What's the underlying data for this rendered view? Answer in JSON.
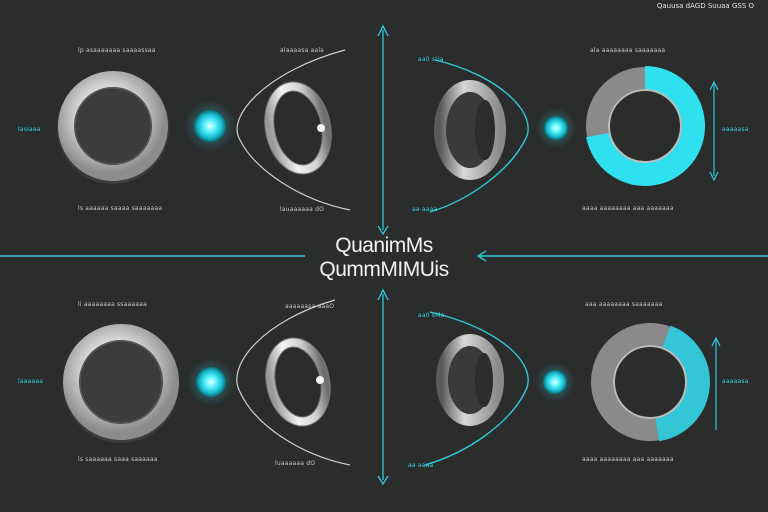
{
  "header": {
    "top_right_label": "Qauusa dAGD Suuaa GSS O"
  },
  "title": {
    "line1": "QuanimMs",
    "line2": "QummMIMUis"
  },
  "colors": {
    "background": "#2b2c2c",
    "accent": "#2fe0ee",
    "ring": "#d9d9d9"
  },
  "panels": [
    {
      "left_label": "lasiaaa",
      "ring_top_caption": "lp asaaaaaaa saaaassaa",
      "ring_bottom_caption": "ls aaaaaa saaaa saaaaaaa",
      "loop_top_caption": "alaaaasa aala",
      "loop_bottom_caption": "lauaaaaaa dO",
      "right_top_caption_a": "aa0 sUa",
      "right_top_caption_b": "ala aaaaaaaa saaaaaaa",
      "right_bottom_caption_a": "aa aaaa",
      "right_bottom_caption_b": "aaaa aaaaaaaa aaa aaaaaaa",
      "right_label": "aaaaasa",
      "gauge_value": 0.72
    },
    {
      "left_label": "laaaaaa",
      "ring_top_caption": "li aaaaaaaa ssaaaaaa",
      "ring_bottom_caption": "ls saaaaaa saaa saaaaaa",
      "loop_top_caption": "aaaaaasa aaaO",
      "loop_bottom_caption": "luaaaaaa dO",
      "right_top_caption_a": "aa0 sMa",
      "right_top_caption_b": "aaa aaaaaaaa saaaaaaa",
      "right_bottom_caption_a": "aa aaaa",
      "right_bottom_caption_b": "aaaa aaaaaaaa aaa aaaaaaa",
      "right_label": "aaaaasa",
      "gauge_value": 0.42
    }
  ]
}
